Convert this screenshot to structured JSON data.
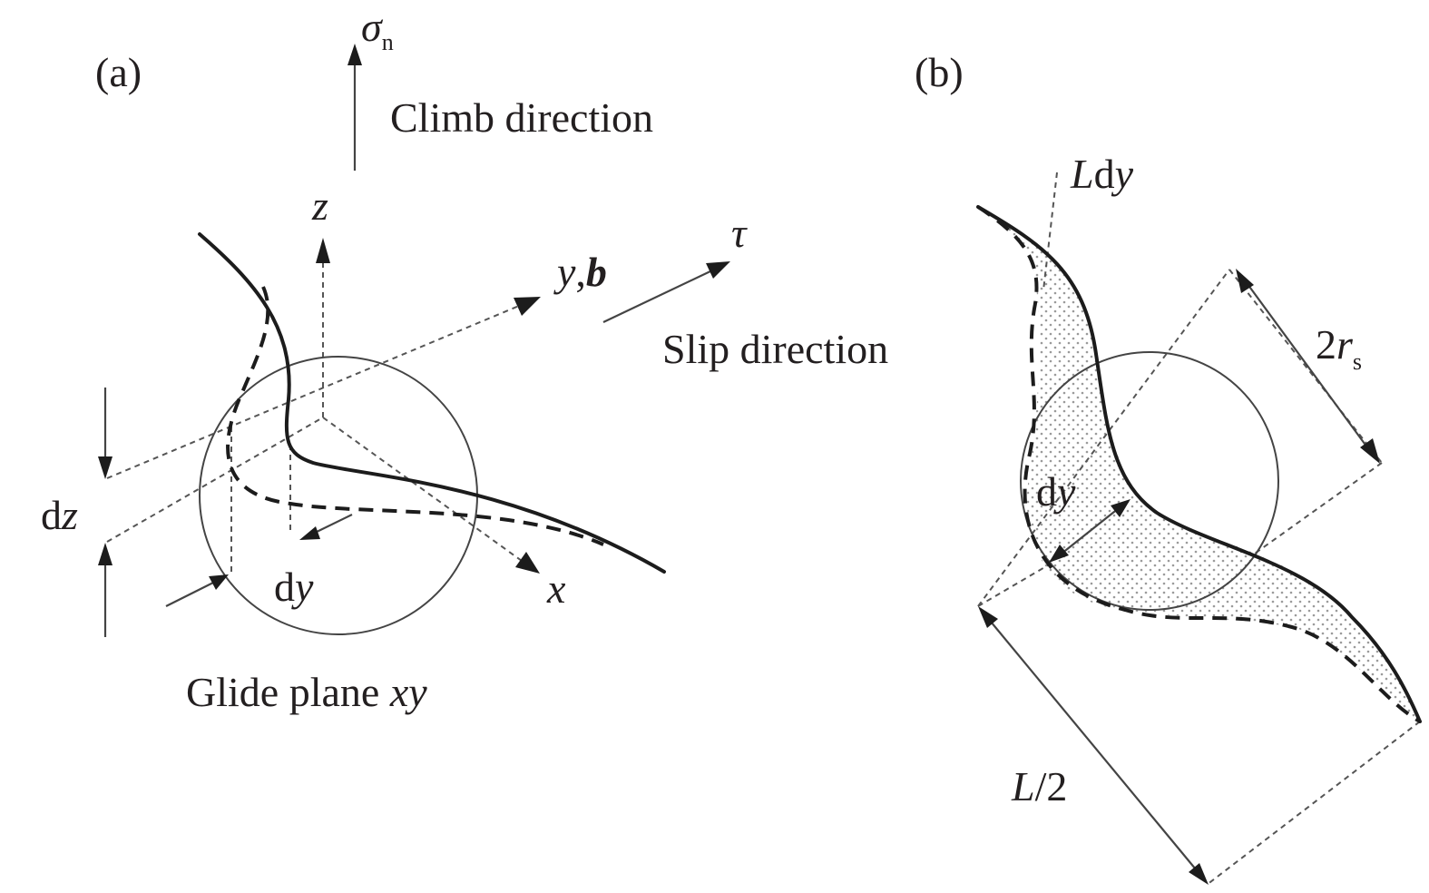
{
  "panel_a": {
    "tag": "(a)",
    "sigma": "σ",
    "sigma_sub": "n",
    "climb": "Climb direction",
    "z": "z",
    "y": "y",
    "comma": ",",
    "b": "b",
    "tau": "τ",
    "slip": "Slip direction",
    "dz_d": "d",
    "dz_z": "z",
    "dy_d": "d",
    "dy_y": "y",
    "x": "x",
    "glide": "Glide plane ",
    "glide_xy": "xy"
  },
  "panel_b": {
    "tag": "(b)",
    "Ldy_L": "L",
    "Ldy_d": "d",
    "Ldy_y": "y",
    "rs_2": "2",
    "rs_r": "r",
    "rs_sub": "s",
    "dy_d": "d",
    "dy_y": "y",
    "L2_L": "L",
    "L2_rest": "/2"
  }
}
